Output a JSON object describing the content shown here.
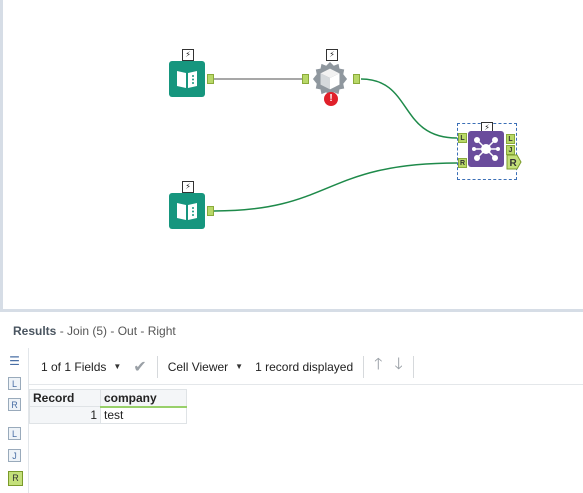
{
  "canvas": {
    "tools": [
      {
        "name": "input-data-1",
        "icon": "book-icon"
      },
      {
        "name": "formula-tool",
        "icon": "cube-gear-icon",
        "status": "error"
      },
      {
        "name": "join-tool",
        "icon": "join-icon",
        "selected": true
      },
      {
        "name": "input-data-2",
        "icon": "book-icon"
      }
    ],
    "anchors": {
      "left": "L",
      "right": "R",
      "join": "J"
    },
    "error_glyph": "!"
  },
  "results": {
    "title": "Results",
    "subtitle": "- Join (5) - Out - Right",
    "toolbar": {
      "fields": "1 of 1 Fields",
      "viewer": "Cell Viewer",
      "records": "1 record displayed"
    },
    "table": {
      "columns": [
        "Record",
        "company"
      ],
      "rows": [
        [
          "1",
          "test"
        ]
      ]
    }
  },
  "colors": {
    "input_tool": "#16967e",
    "join_tool": "#6a4c9c",
    "anchor": "#b8d868",
    "wire": "#1e8a4a",
    "error": "#e0202a"
  }
}
